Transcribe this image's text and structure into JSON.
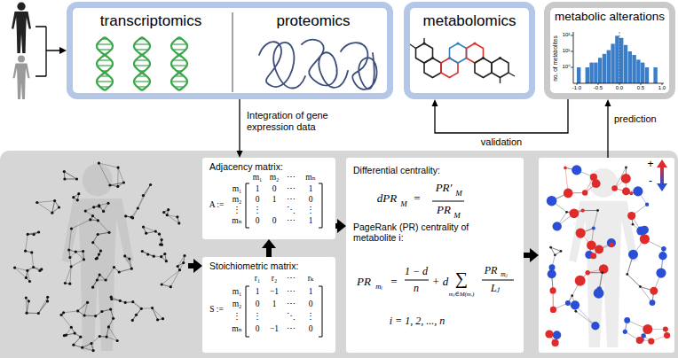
{
  "diagram": {
    "nodes": [
      {
        "text": [
          "transcriptomics",
          "proteomics"
        ]
      },
      {
        "text": [
          "metabolomics"
        ]
      },
      {
        "text": [
          "metabolic alterations"
        ]
      },
      {
        "text": [
          "Adjacency matrix:"
        ]
      },
      {
        "text": [
          "Stoichiometric matrix:"
        ]
      },
      {
        "text": [
          "Differential centrality:",
          "PageRank (PR) centrality of metabolite i:"
        ]
      },
      {
        "text": [
          "+",
          "-"
        ]
      }
    ],
    "edges": [
      {
        "from": 0,
        "to": 3,
        "label": "Integration of gene expression data",
        "arrow": "to"
      },
      {
        "from": 4,
        "to": 3,
        "arrow": "to"
      },
      {
        "from": 3,
        "to": 5,
        "arrow": "to"
      },
      {
        "from": 5,
        "to": 6,
        "arrow": "to"
      },
      {
        "from": 6,
        "to": 2,
        "label": "prediction",
        "arrow": "to"
      },
      {
        "from": 2,
        "to": 1,
        "label": "validation",
        "arrow": "to"
      }
    ],
    "labels": [
      "no. of metabolites",
      "10²",
      "10¹",
      "10⁰",
      "-1.0",
      "-0.5",
      "0.0",
      "0.5",
      "1.0",
      "A :=",
      "m₁",
      "m₂",
      "⋯",
      "mₙ",
      "m₁",
      "1",
      "0",
      "⋯",
      "1",
      "m₂",
      "0",
      "1",
      "⋯",
      "0",
      "⋮",
      "⋮",
      "⋱",
      "⋮",
      "mₙ",
      "0",
      "0",
      "⋯",
      "1",
      "S :=",
      "r₁",
      "r₂",
      "⋯",
      "rₖ",
      "m₁",
      "1",
      "−1",
      "⋯",
      "1",
      "m₂",
      "0",
      "1",
      "⋯",
      "0",
      "⋮",
      "⋮",
      "⋱",
      "⋮",
      "mₙ",
      "0",
      "−1",
      "⋯",
      "0",
      "dPR",
      "M",
      "=",
      "PR′",
      "M",
      "PR",
      "M",
      "PR",
      "mᵢ",
      "=",
      "1 − d",
      "n",
      "+ d",
      "∑",
      "mⱼ∈M(mᵢ)",
      "PR",
      "mⱼ",
      "Lⱼ",
      "i = 1, 2, ..., n"
    ]
  }
}
